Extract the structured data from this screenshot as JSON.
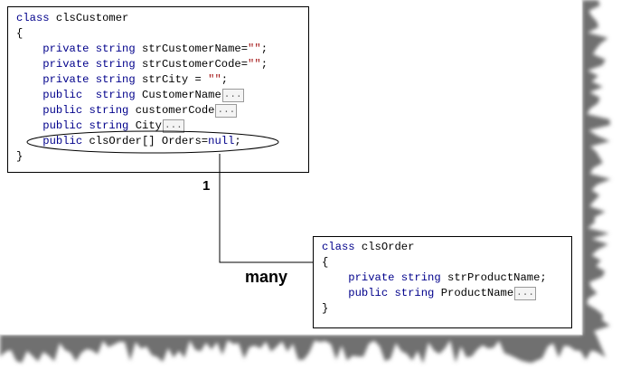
{
  "customer_class": {
    "header": "class clsCustomer",
    "open_brace": "{",
    "field1": {
      "modifier": "private",
      "type": "string",
      "decl": "strCustomerName=",
      "value": "\"\"",
      "end": ";"
    },
    "field2": {
      "modifier": "private",
      "type": "string",
      "decl": "strCustomerCode=",
      "value": "\"\"",
      "end": ";"
    },
    "field3": {
      "modifier": "private",
      "type": "string",
      "decl": "strCity = ",
      "value": "\"\"",
      "end": ";"
    },
    "prop1": {
      "modifier": "public",
      "type": "string",
      "name": "CustomerName",
      "ellipsis": "..."
    },
    "prop2": {
      "modifier": "public",
      "type": "string",
      "name": "customerCode",
      "ellipsis": "..."
    },
    "prop3": {
      "modifier": "public",
      "type": "string",
      "name": "City",
      "ellipsis": "..."
    },
    "orders_field": {
      "modifier": "public",
      "rest": " clsOrder[] Orders=",
      "value": "null",
      "end": ";"
    },
    "close_brace": "}"
  },
  "order_class": {
    "header": "class clsOrder",
    "open_brace": "{",
    "field1": {
      "modifier": "private",
      "type": "string",
      "decl": "strProductName;"
    },
    "prop1": {
      "modifier": "public",
      "type": "string",
      "name": "ProductName",
      "ellipsis": "..."
    },
    "close_brace": "}"
  },
  "relationship": {
    "one_label": "1",
    "many_label": "many"
  },
  "colors": {
    "keyword": "#00008b",
    "string_literal": "#a31515",
    "shadow": "#6f6f6f"
  }
}
